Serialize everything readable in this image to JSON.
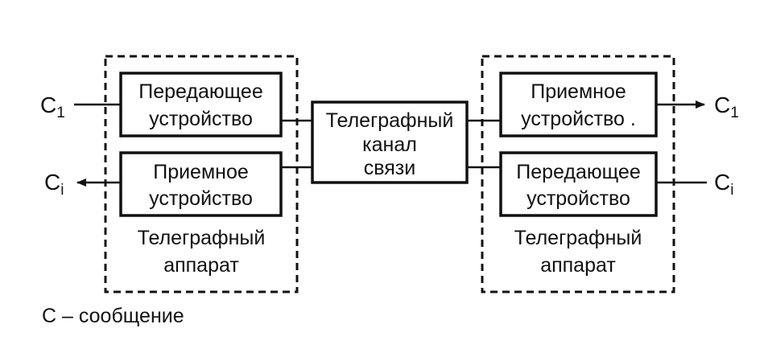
{
  "left_apparatus": {
    "transmitter": [
      "Передающее",
      "устройство"
    ],
    "receiver": [
      "Приемное",
      "устройство"
    ],
    "caption": [
      "Телеграфный",
      "аппарат"
    ]
  },
  "channel": [
    "Телеграфный",
    "канал",
    "связи"
  ],
  "right_apparatus": {
    "receiver": [
      "Приемное",
      "устройство ."
    ],
    "transmitter": [
      "Передающее",
      "устройство"
    ],
    "caption": [
      "Телеграфный",
      "аппарат"
    ]
  },
  "signals": {
    "left_in": {
      "base": "C",
      "sub": "1"
    },
    "left_out": {
      "base": "C",
      "sub": "i"
    },
    "right_out": {
      "base": "C",
      "sub": "1"
    },
    "right_in": {
      "base": "C",
      "sub": "i"
    }
  },
  "legend": "C – сообщение"
}
